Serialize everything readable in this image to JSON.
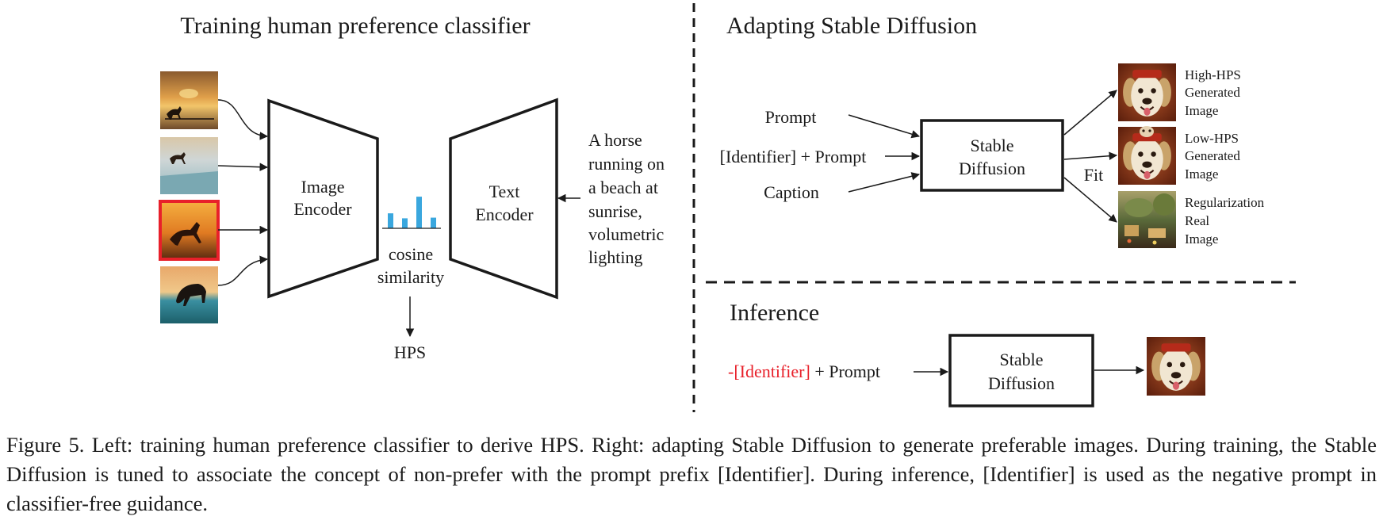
{
  "left": {
    "title": "Training human preference classifier",
    "image_encoder": [
      "Image",
      "Encoder"
    ],
    "text_encoder": [
      "Text",
      "Encoder"
    ],
    "cosine": [
      "cosine",
      "similarity"
    ],
    "hps": "HPS",
    "prompt_text": [
      "A horse",
      "running on",
      "a beach at",
      "sunrise,",
      "volumetric",
      "lighting"
    ],
    "highlight_color": "#e8202a",
    "bar_color": "#3aa7de",
    "bar_levels": [
      0.45,
      0.3,
      0.95,
      0.32
    ],
    "thumbnails": [
      "horse-sunset-silhouette",
      "horse-running-surf",
      "horse-galloping-sunset-selected",
      "horse-grazing-water"
    ]
  },
  "right": {
    "title": "Adapting Stable Diffusion",
    "inputs": [
      "Prompt",
      "[Identifier] + Prompt",
      "Caption"
    ],
    "model": [
      "Stable",
      "Diffusion"
    ],
    "fit": "Fit",
    "outputs": [
      {
        "lines": [
          "High-HPS",
          "Generated",
          "Image"
        ],
        "image": "dog-portrait"
      },
      {
        "lines": [
          "Low-HPS",
          "Generated",
          "Image"
        ],
        "image": "dog-with-second-dog"
      },
      {
        "lines": [
          "Regularization",
          "Real",
          "Image"
        ],
        "image": "painted-village-landscape"
      }
    ]
  },
  "inference": {
    "title": "Inference",
    "negative": "-[Identifier]",
    "plus_prompt": " + Prompt",
    "negative_color": "#e8202a",
    "model": [
      "Stable",
      "Diffusion"
    ],
    "output_image": "dog-portrait"
  },
  "caption": "Figure 5. Left: training human preference classifier to derive HPS. Right: adapting Stable Diffusion to generate preferable images. During training, the Stable Diffusion is tuned to associate the concept of non-prefer with the prompt prefix [Identifier]. During inference, [Identifier] is used as the negative prompt in classifier-free guidance."
}
